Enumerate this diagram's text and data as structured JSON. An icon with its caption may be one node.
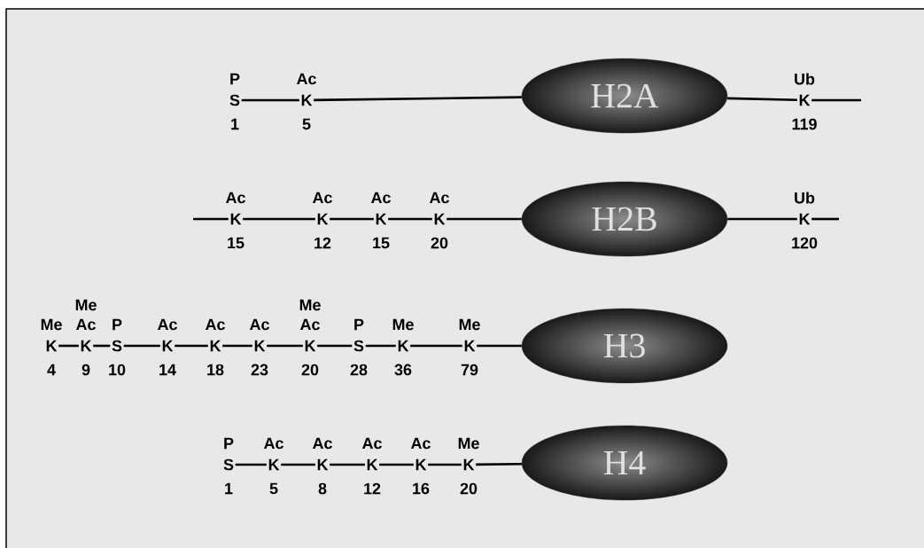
{
  "diagram": {
    "nodes": [
      {
        "text": [
          "S"
        ],
        "beside": [
          "P",
          "1"
        ]
      },
      {
        "text": [
          "K"
        ],
        "beside": [
          "Ac",
          "5"
        ]
      },
      {
        "text": [
          "H2A"
        ]
      },
      {
        "text": [
          "K"
        ],
        "beside": [
          "Ub",
          "119"
        ]
      },
      {
        "text": [
          "K"
        ],
        "beside": [
          "Ac",
          "15"
        ]
      },
      {
        "text": [
          "K"
        ],
        "beside": [
          "Ac",
          "12"
        ]
      },
      {
        "text": [
          "K"
        ],
        "beside": [
          "Ac",
          "15"
        ]
      },
      {
        "text": [
          "K"
        ],
        "beside": [
          "Ac",
          "20"
        ]
      },
      {
        "text": [
          "H2B"
        ]
      },
      {
        "text": [
          "K"
        ],
        "beside": [
          "Ub",
          "120"
        ]
      },
      {
        "text": [
          "K"
        ],
        "beside": [
          "Me",
          "4"
        ]
      },
      {
        "text": [
          "K"
        ],
        "beside": [
          "Me",
          "Ac",
          "9"
        ]
      },
      {
        "text": [
          "S"
        ],
        "beside": [
          "P",
          "10"
        ]
      },
      {
        "text": [
          "K"
        ],
        "beside": [
          "Ac",
          "14"
        ]
      },
      {
        "text": [
          "K"
        ],
        "beside": [
          "Ac",
          "18"
        ]
      },
      {
        "text": [
          "K"
        ],
        "beside": [
          "Ac",
          "23"
        ]
      },
      {
        "text": [
          "K"
        ],
        "beside": [
          "Me",
          "Ac",
          "20"
        ]
      },
      {
        "text": [
          "S"
        ],
        "beside": [
          "P",
          "28"
        ]
      },
      {
        "text": [
          "K"
        ],
        "beside": [
          "Me",
          "36"
        ]
      },
      {
        "text": [
          "K"
        ],
        "beside": [
          "Me",
          "79"
        ]
      },
      {
        "text": [
          "H3"
        ]
      },
      {
        "text": [
          "S"
        ],
        "beside": [
          "P",
          "1"
        ]
      },
      {
        "text": [
          "K"
        ],
        "beside": [
          "Ac",
          "5"
        ]
      },
      {
        "text": [
          "K"
        ],
        "beside": [
          "Ac",
          "8"
        ]
      },
      {
        "text": [
          "K"
        ],
        "beside": [
          "Ac",
          "12"
        ]
      },
      {
        "text": [
          "K"
        ],
        "beside": [
          "Ac",
          "16"
        ]
      },
      {
        "text": [
          "K"
        ],
        "beside": [
          "Me",
          "20"
        ]
      },
      {
        "text": [
          "H4"
        ]
      }
    ],
    "edges": [
      {
        "from": 0,
        "to": 1,
        "arrow": "none"
      },
      {
        "from": 1,
        "to": 2,
        "arrow": "none"
      },
      {
        "from": 2,
        "to": 3,
        "arrow": "none"
      },
      {
        "from": 3,
        "to": null,
        "arrow": "none"
      },
      {
        "from": null,
        "to": 4,
        "arrow": "none"
      },
      {
        "from": 4,
        "to": 5,
        "arrow": "none"
      },
      {
        "from": 5,
        "to": 6,
        "arrow": "none"
      },
      {
        "from": 6,
        "to": 7,
        "arrow": "none"
      },
      {
        "from": 7,
        "to": 8,
        "arrow": "none"
      },
      {
        "from": 8,
        "to": 9,
        "arrow": "none"
      },
      {
        "from": 9,
        "to": null,
        "arrow": "none"
      },
      {
        "from": 10,
        "to": 11,
        "arrow": "none"
      },
      {
        "from": 11,
        "to": 12,
        "arrow": "none"
      },
      {
        "from": 12,
        "to": 13,
        "arrow": "none"
      },
      {
        "from": 13,
        "to": 14,
        "arrow": "none"
      },
      {
        "from": 14,
        "to": 15,
        "arrow": "none"
      },
      {
        "from": 15,
        "to": 16,
        "arrow": "none"
      },
      {
        "from": 16,
        "to": 17,
        "arrow": "none"
      },
      {
        "from": 17,
        "to": 18,
        "arrow": "none"
      },
      {
        "from": 18,
        "to": 19,
        "arrow": "none"
      },
      {
        "from": 19,
        "to": 20,
        "arrow": "none"
      },
      {
        "from": 21,
        "to": 22,
        "arrow": "none"
      },
      {
        "from": 22,
        "to": 23,
        "arrow": "none"
      },
      {
        "from": 23,
        "to": 24,
        "arrow": "none"
      },
      {
        "from": 24,
        "to": 25,
        "arrow": "none"
      },
      {
        "from": 25,
        "to": 26,
        "arrow": "none"
      },
      {
        "from": 26,
        "to": 27,
        "arrow": "none"
      }
    ]
  }
}
